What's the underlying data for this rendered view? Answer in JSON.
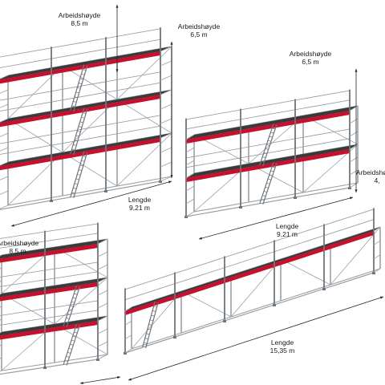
{
  "colors": {
    "frame": "#9aa0a6",
    "frame_dark": "#6f757b",
    "deck_red": "#c8102e",
    "deck_dark": "#3a3a3a",
    "dimension_line": "#222222",
    "background": "#ffffff"
  },
  "labels": {
    "height_label": "Arbeidshøyde",
    "length_label": "Lengde"
  },
  "scaffolds": [
    {
      "id": "s1",
      "height_value": "8,5 m",
      "length_value": "9,21 m"
    },
    {
      "id": "s2",
      "height_value": "6,5 m",
      "length_value": "9,21 m",
      "second_height_value": "6,5 m"
    },
    {
      "id": "s3",
      "height_value": "4,",
      "length_value": ""
    },
    {
      "id": "s4",
      "height_value": "8,5 m",
      "length_value": ""
    },
    {
      "id": "s5",
      "height_value": "",
      "length_value": "15,35 m"
    }
  ]
}
